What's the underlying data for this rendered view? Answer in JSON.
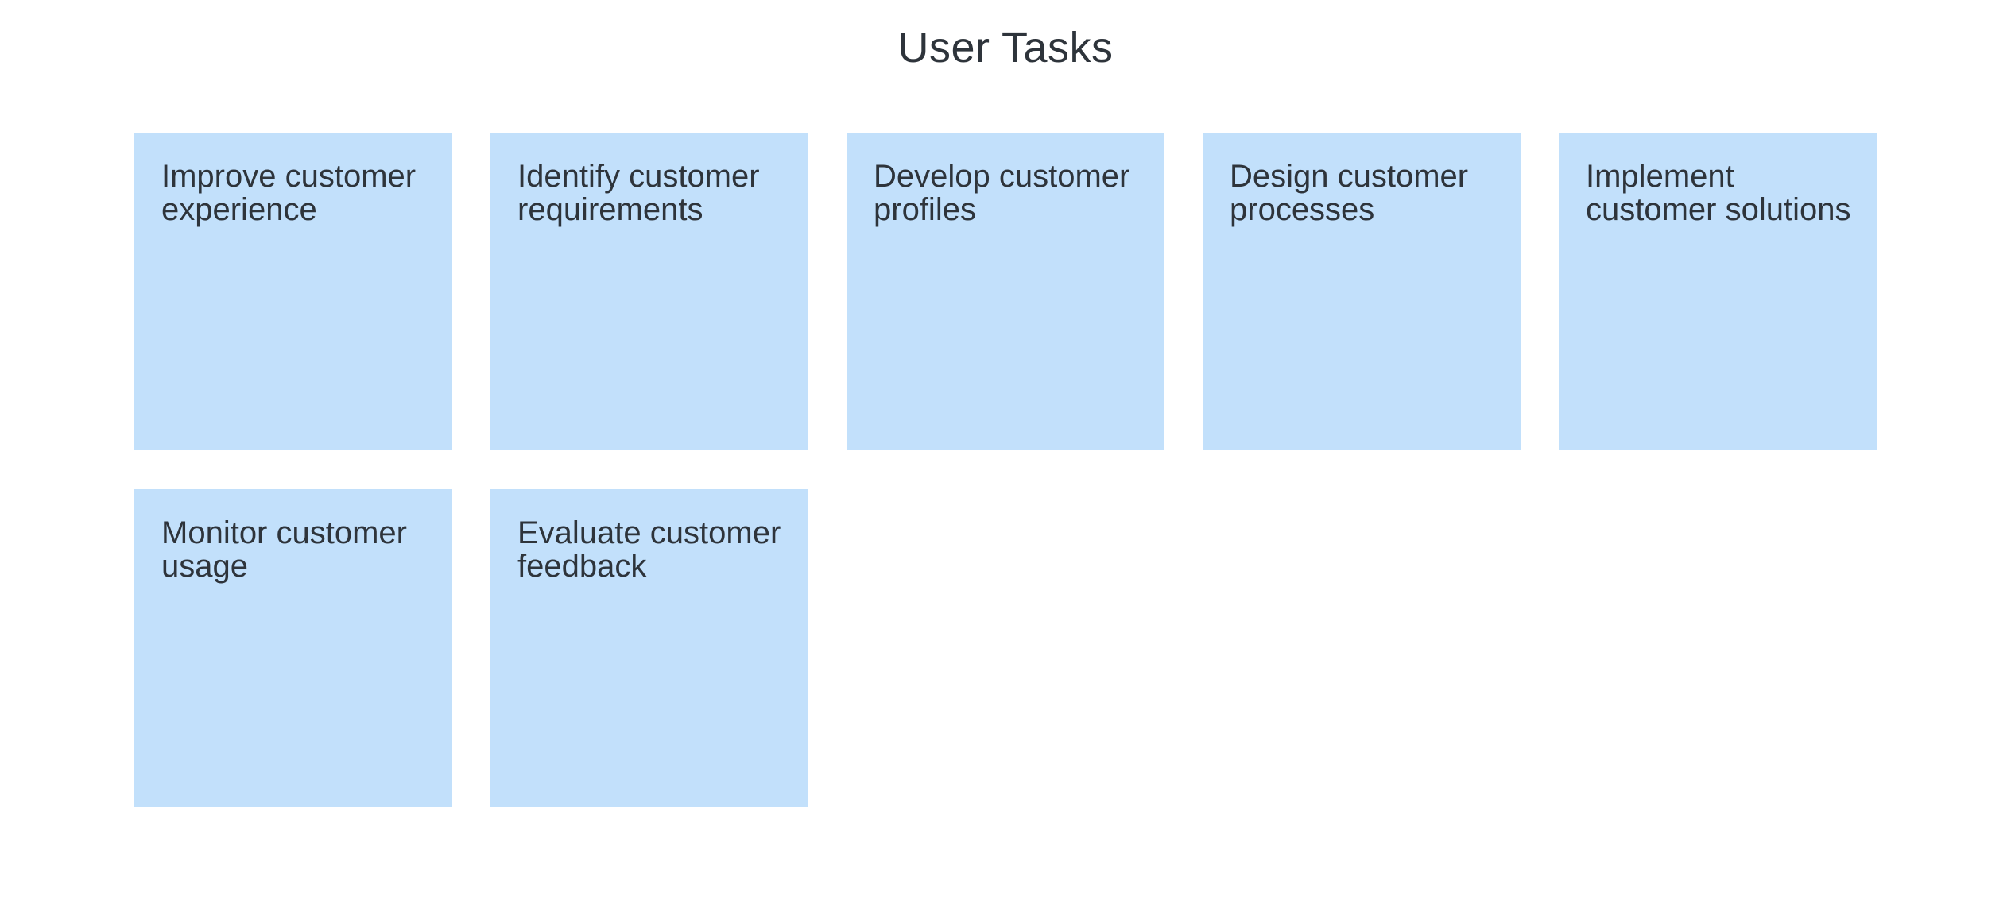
{
  "page": {
    "title": "User Tasks",
    "background_color": "#ffffff"
  },
  "board": {
    "card_color": "#c2e0fb",
    "text_color": "#2e343b",
    "cards": [
      {
        "label": "Improve customer\nexperience"
      },
      {
        "label": "Identify customer\nrequirements"
      },
      {
        "label": "Develop customer\nprofiles"
      },
      {
        "label": "Design customer\nprocesses"
      },
      {
        "label": "Implement\ncustomer solutions"
      },
      {
        "label": "Monitor customer\nusage"
      },
      {
        "label": "Evaluate customer\nfeedback"
      }
    ]
  }
}
